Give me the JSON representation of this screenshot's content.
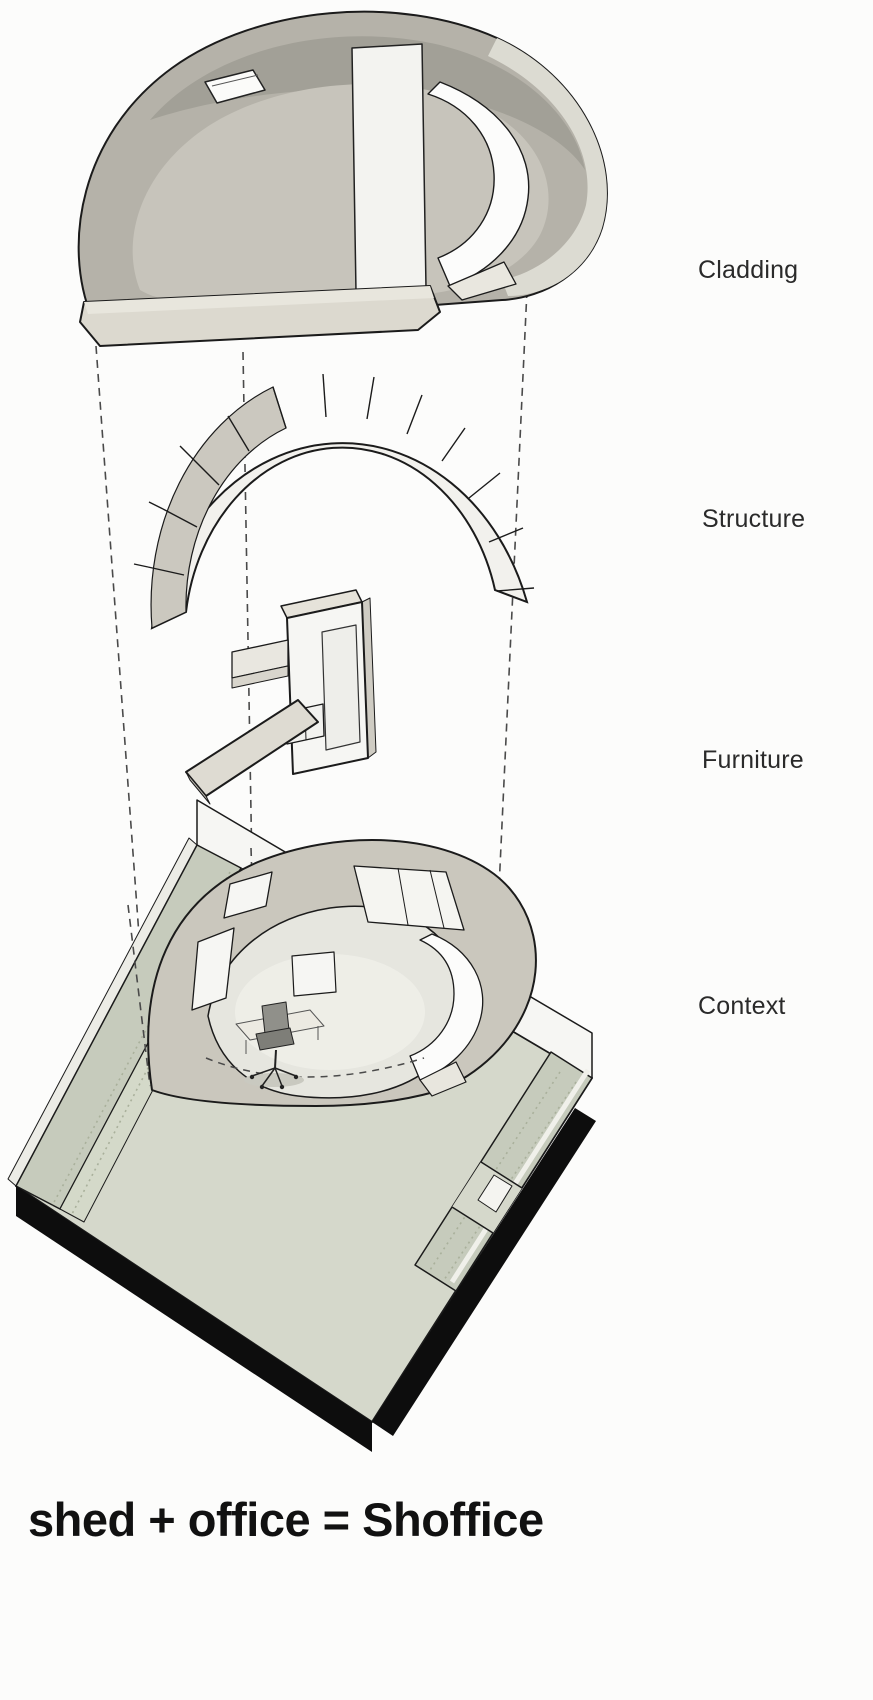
{
  "diagram": {
    "layer_labels": [
      {
        "name": "cladding",
        "label": "Cladding"
      },
      {
        "name": "structure",
        "label": "Structure"
      },
      {
        "name": "furniture",
        "label": "Furniture"
      },
      {
        "name": "context",
        "label": "Context"
      }
    ],
    "title": "shed + office = Shoffice",
    "colors": {
      "ink": "#1b1b1b",
      "shell": "#c8c5bb",
      "shell_dark": "#b5b2a9",
      "slab": "#dcd9cf",
      "ground": "#d5d8cb",
      "wall": "#c6cbbc",
      "base": "#0d0d0d",
      "paper": "#f6f6f3"
    }
  }
}
